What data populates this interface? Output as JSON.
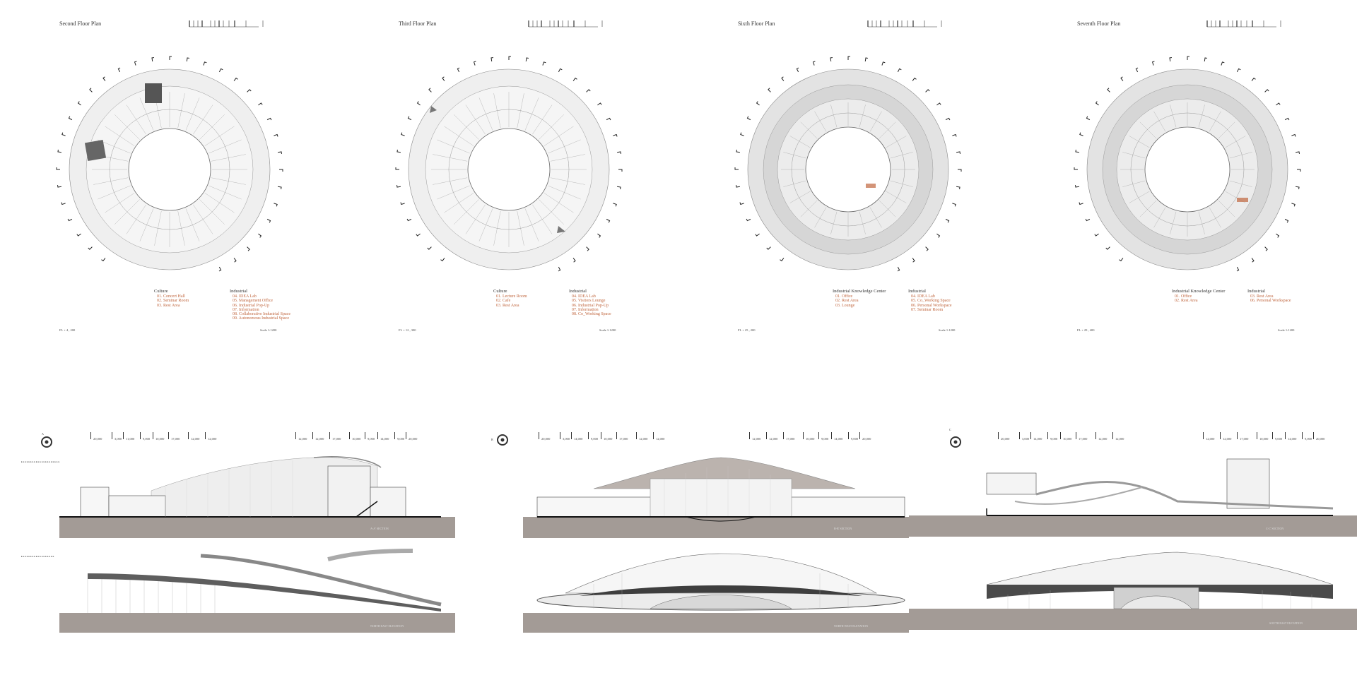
{
  "plans": [
    {
      "title": "Second Floor Plan",
      "level": "FL + 4 , 200",
      "scale": "Scale 1:1200",
      "legend": [
        {
          "heading": "Culture",
          "items": [
            "01. Concert Hall",
            "02. Seminar Room",
            "03. Rest Area"
          ]
        },
        {
          "heading": "Industrial",
          "items": [
            "04. IDEA Lab",
            "05. Management Office",
            "06. Industrial Pop-Up",
            "07. Information",
            "08. Collaborative Industrial Space",
            "09. Autonomous Industrial Space"
          ]
        }
      ]
    },
    {
      "title": "Third Floor Plan",
      "level": "FL + 12 , 300",
      "scale": "Scale 1:1200",
      "legend": [
        {
          "heading": "Culture",
          "items": [
            "01. Lecture Room",
            "02. Cafe",
            "03. Rest Area"
          ]
        },
        {
          "heading": "Industrial",
          "items": [
            "04. IDEA Lab",
            "05. Visitors Lounge",
            "06. Industrial Pop-Up",
            "07. Information",
            "08. Co_Working Space"
          ]
        }
      ]
    },
    {
      "title": "Sixth Floor Plan",
      "level": "FL + 25 , 200",
      "scale": "Scale 1:1200",
      "legend": [
        {
          "heading": "Industrial Knowledge Center",
          "items": [
            "01. Office",
            "02. Rest Area",
            "03. Lounge"
          ]
        },
        {
          "heading": "Industrial",
          "items": [
            "04. IDEA Lab",
            "05. Co_Working Space",
            "06. Personal Workspace",
            "07. Seminar Room"
          ]
        }
      ]
    },
    {
      "title": "Seventh Floor Plan",
      "level": "FL + 29 , 400",
      "scale": "Scale 1:1200",
      "legend": [
        {
          "heading": "Industrial Knowledge Center",
          "items": [
            "01. Office",
            "02. Rest Area"
          ]
        },
        {
          "heading": "Industrial",
          "items": [
            "03. Rest Area",
            "06. Personal Workspace"
          ]
        }
      ]
    }
  ],
  "sections": [
    {
      "dims_left": [
        "20,000",
        "3,000",
        "11,000",
        "9,000",
        "10,000",
        "17,000",
        "12,000",
        "12,000"
      ],
      "dims_right": [
        "12,000",
        "12,000",
        "17,000",
        "10,000",
        "9,000",
        "14,000",
        "9,000",
        "20,000"
      ],
      "label": "A-A' SECTION",
      "compass": "A"
    },
    {
      "dims_left": [
        "20,000",
        "3,000",
        "14,000",
        "9,000",
        "10,000",
        "17,000",
        "12,000",
        "12,000"
      ],
      "dims_right": [
        "12,000",
        "12,000",
        "17,000",
        "10,000",
        "9,000",
        "14,000",
        "9,000",
        "20,000"
      ],
      "label": "B-B' SECTION",
      "compass": "B"
    },
    {
      "dims_left": [
        "20,000",
        "3,000",
        "14,000",
        "9,000",
        "10,000",
        "17,000",
        "12,000",
        "12,000"
      ],
      "dims_right": [
        "12,000",
        "12,000",
        "17,000",
        "10,000",
        "9,000",
        "14,000",
        "9,000",
        "20,000"
      ],
      "label": "C-C' SECTION",
      "compass": "C"
    }
  ],
  "elevations": [
    {
      "label": "NORTH EAST ELEVATION"
    },
    {
      "label": "NORTH WEST ELEVATION"
    },
    {
      "label": "SOUTH EAST ELEVATION"
    }
  ],
  "colors": {
    "accent": "#c0663e",
    "ground": "#a39b96",
    "disc": "#e9e9e9"
  }
}
